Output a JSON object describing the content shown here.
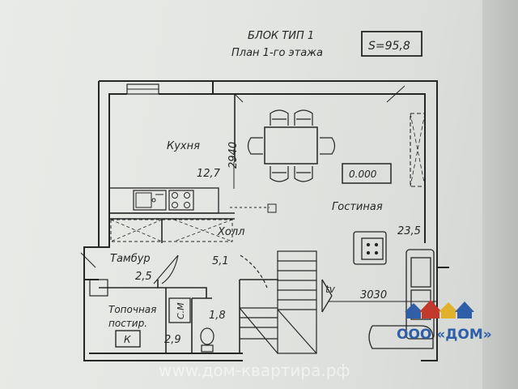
{
  "title": {
    "line1": "БЛОК ТИП 1",
    "line2": "План 1-го этажа",
    "area_label": "S=95,8"
  },
  "rooms": {
    "kitchen": {
      "name": "Кухня",
      "area": "12,7",
      "dimension": "2940"
    },
    "living": {
      "name": "Гостиная",
      "area": "23,5",
      "dimension": "3030",
      "level_mark": "0.000"
    },
    "hall": {
      "name": "Холл",
      "area": "5,1"
    },
    "vestibule": {
      "name": "Тамбур",
      "area": "2,5"
    },
    "boiler": {
      "name_line1": "Топочная",
      "name_line2": "постир.",
      "area": "2,9",
      "boiler_label": "К"
    },
    "bath": {
      "code": "С.М",
      "area": "1,8"
    }
  },
  "tv_label": "tv",
  "watermark": {
    "company": "ООО «ДОМ»",
    "site": "www.дом-квартира.рф"
  },
  "colors": {
    "paper": "#e6e8e5",
    "ink": "#262626",
    "logo_red": "#c0392b",
    "logo_blue": "#2e5fa8",
    "logo_yellow": "#e0b12a"
  }
}
